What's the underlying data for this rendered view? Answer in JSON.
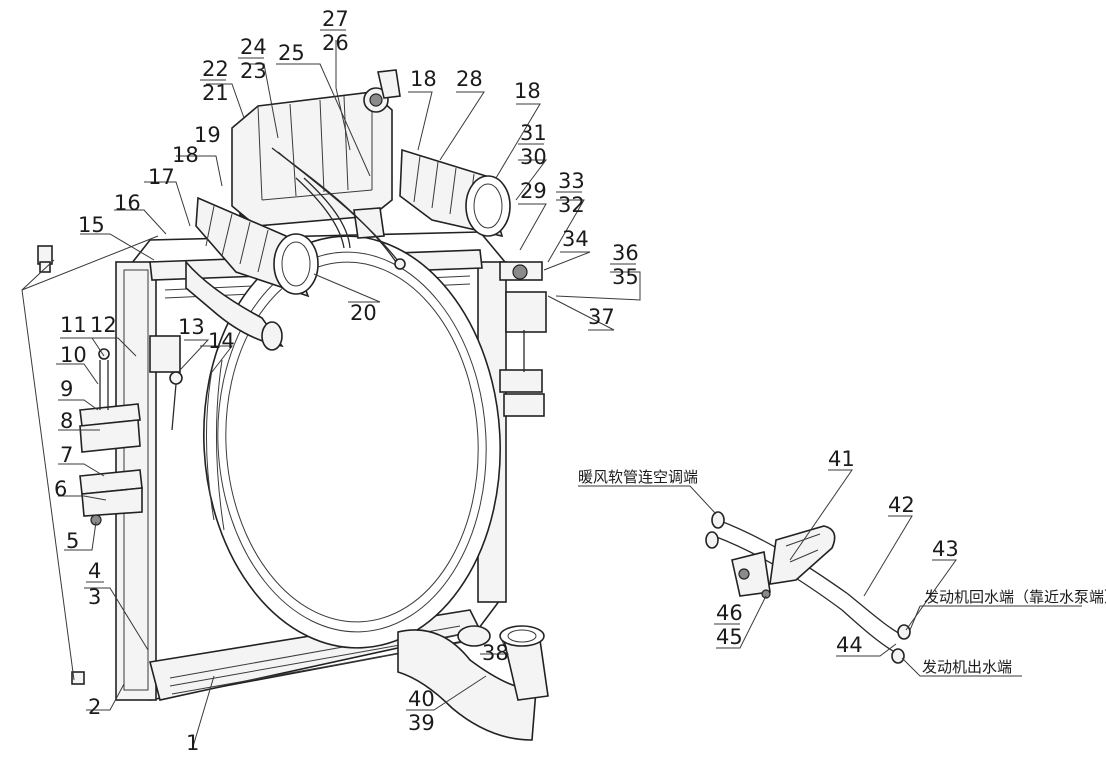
{
  "labels": {
    "l1": "1",
    "l2": "2",
    "l3": "3",
    "l4": "4",
    "l5": "5",
    "l6": "6",
    "l7": "7",
    "l8": "8",
    "l9": "9",
    "l10": "10",
    "l11": "11",
    "l12": "12",
    "l13": "13",
    "l14": "14",
    "l15": "15",
    "l16": "16",
    "l17": "17",
    "l18a": "18",
    "l18b": "18",
    "l18c": "18",
    "l19": "19",
    "l20": "20",
    "l21": "21",
    "l22": "22",
    "l23": "23",
    "l24": "24",
    "l25": "25",
    "l26": "26",
    "l27": "27",
    "l28": "28",
    "l29": "29",
    "l30": "30",
    "l31": "31",
    "l32": "32",
    "l33": "33",
    "l34": "34",
    "l35": "35",
    "l36": "36",
    "l37": "37",
    "l38": "38",
    "l39": "39",
    "l40": "40",
    "l41": "41",
    "l42": "42",
    "l43": "43",
    "l44": "44",
    "l45": "45",
    "l46": "46"
  },
  "captions": {
    "heater_hose": "暖风软管连空调端",
    "engine_return": "发动机回水端（靠近水泵端）",
    "engine_outlet": "发动机出水端"
  }
}
